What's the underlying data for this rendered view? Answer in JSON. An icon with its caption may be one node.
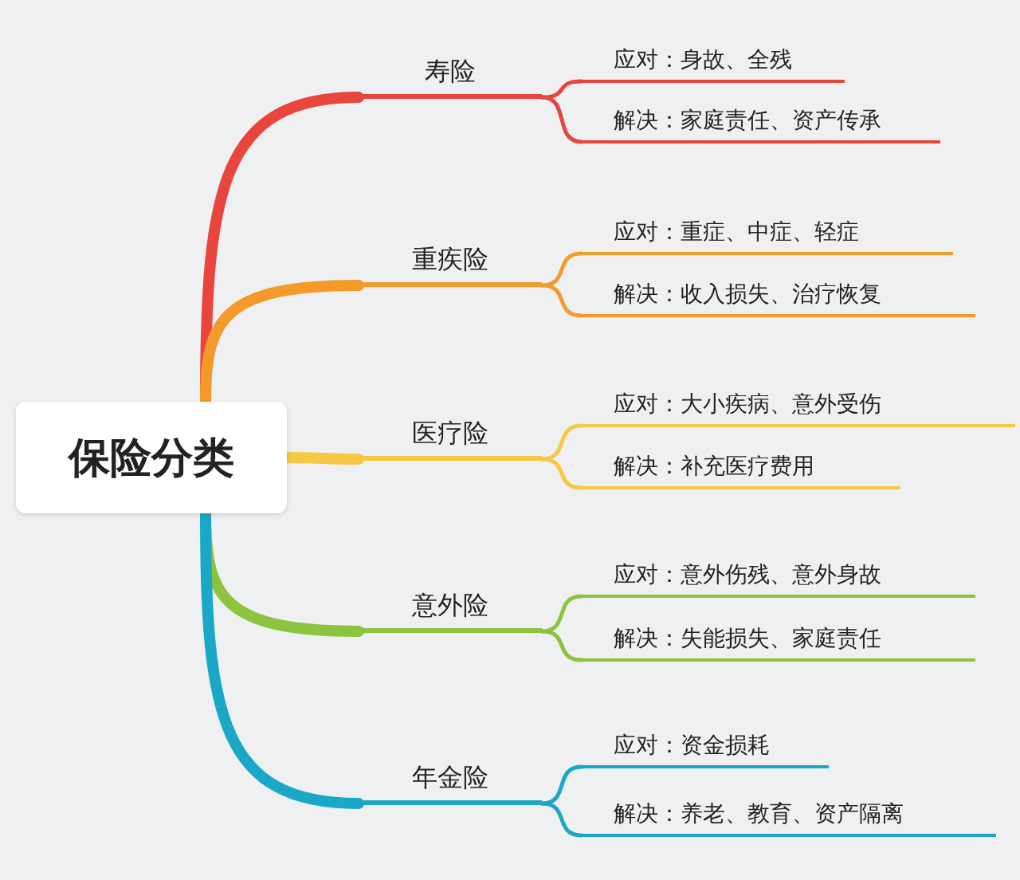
{
  "diagram": {
    "nodes": [
      {
        "text": [
          "保险分类"
        ]
      },
      {
        "text": [
          "寿险"
        ]
      },
      {
        "text": [
          "应对：身故、全残"
        ]
      },
      {
        "text": [
          "解决：家庭责任、资产传承"
        ]
      },
      {
        "text": [
          "重疾险"
        ]
      },
      {
        "text": [
          "应对：重症、中症、轻症"
        ]
      },
      {
        "text": [
          "解决：收入损失、治疗恢复"
        ]
      },
      {
        "text": [
          "医疗险"
        ]
      },
      {
        "text": [
          "应对：大小疾病、意外受伤"
        ]
      },
      {
        "text": [
          "解决：补充医疗费用"
        ]
      },
      {
        "text": [
          "意外险"
        ]
      },
      {
        "text": [
          "应对：意外伤残、意外身故"
        ]
      },
      {
        "text": [
          "解决：失能损失、家庭责任"
        ]
      },
      {
        "text": [
          "年金险"
        ]
      },
      {
        "text": [
          "应对：资金损耗"
        ]
      },
      {
        "text": [
          "解决：养老、教育、资产隔离"
        ]
      }
    ],
    "edges": [
      {
        "from": 0,
        "to": 1,
        "arrow": "none",
        "style": "thick",
        "color": "#e8453c"
      },
      {
        "from": 1,
        "to": 2,
        "arrow": "none",
        "color": "#e8453c"
      },
      {
        "from": 1,
        "to": 3,
        "arrow": "none",
        "color": "#e8453c"
      },
      {
        "from": 0,
        "to": 4,
        "arrow": "none",
        "style": "thick",
        "color": "#f39a2b"
      },
      {
        "from": 4,
        "to": 5,
        "arrow": "none",
        "color": "#f39a2b"
      },
      {
        "from": 4,
        "to": 6,
        "arrow": "none",
        "color": "#f39a2b"
      },
      {
        "from": 0,
        "to": 7,
        "arrow": "none",
        "style": "thick",
        "color": "#f7c844"
      },
      {
        "from": 7,
        "to": 8,
        "arrow": "none",
        "color": "#f7c844"
      },
      {
        "from": 7,
        "to": 9,
        "arrow": "none",
        "color": "#f7c844"
      },
      {
        "from": 0,
        "to": 10,
        "arrow": "none",
        "style": "thick",
        "color": "#8cc43f"
      },
      {
        "from": 10,
        "to": 11,
        "arrow": "none",
        "color": "#8cc43f"
      },
      {
        "from": 10,
        "to": 12,
        "arrow": "none",
        "color": "#8cc43f"
      },
      {
        "from": 0,
        "to": 13,
        "arrow": "none",
        "style": "thick",
        "color": "#1ba8c6"
      },
      {
        "from": 13,
        "to": 14,
        "arrow": "none",
        "color": "#1ba8c6"
      },
      {
        "from": 13,
        "to": 15,
        "arrow": "none",
        "color": "#1ba8c6"
      }
    ]
  }
}
